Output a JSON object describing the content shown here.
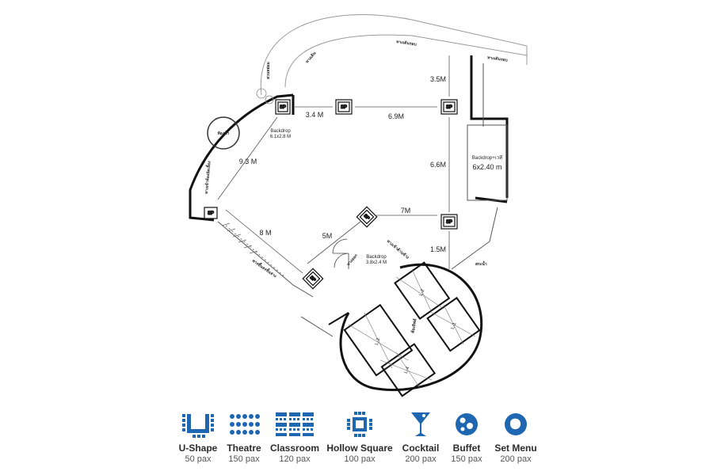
{
  "floorplan": {
    "dimensions": {
      "d_3_4": "3.4 M",
      "d_6_9": "6.9M",
      "d_3_5": "3.5M",
      "d_9_3": "9.3 M",
      "d_6_6": "6.6M",
      "d_7": "7M",
      "d_8": "8 M",
      "d_5": "5M",
      "d_1_5": "1.5M"
    },
    "backdrop_top": {
      "title": "Backdrop",
      "size": "6.1x2.8 M"
    },
    "backdrop_mid": {
      "title": "Backdrop",
      "size": "3.8x2.4 M"
    },
    "backdrop_right": {
      "title": "Backdrop+เวที",
      "size": "6x2.40 m"
    },
    "thai_labels": {
      "corridor_top": "ทางเดินรอบ",
      "corridor_top2": "ทางเดินรอบ",
      "corridor_left": "ทางเดิน",
      "garden": "สวนหย่อม",
      "toilet": "ห้องน้ำ",
      "entrance": "ทางเข้าห้องจัดเลี้ยง",
      "stairs": "ทางขึ้นลงชั้นล่าง",
      "exit": "ทางออก",
      "lift_hall": "ห้องลิฟต์",
      "side_entrance": "ทางเข้าด้านข้าง",
      "pool": "สระน้ำ"
    },
    "room_labels": [
      "L-1",
      "L-2",
      "L-3",
      "L-4"
    ],
    "pillar_label": "SP"
  },
  "legend": [
    {
      "name": "U-Shape",
      "pax": "50 pax",
      "icon": "u-shape-icon"
    },
    {
      "name": "Theatre",
      "pax": "150 pax",
      "icon": "theatre-icon"
    },
    {
      "name": "Classroom",
      "pax": "120 pax",
      "icon": "classroom-icon"
    },
    {
      "name": "Hollow Square",
      "pax": "100 pax",
      "icon": "hollow-square-icon"
    },
    {
      "name": "Cocktail",
      "pax": "200 pax",
      "icon": "cocktail-icon"
    },
    {
      "name": "Buffet",
      "pax": "150 pax",
      "icon": "buffet-icon"
    },
    {
      "name": "Set Menu",
      "pax": "200 pax",
      "icon": "set-menu-icon"
    }
  ],
  "colors": {
    "icon_blue": "#1f67b1",
    "line": "#111111"
  }
}
